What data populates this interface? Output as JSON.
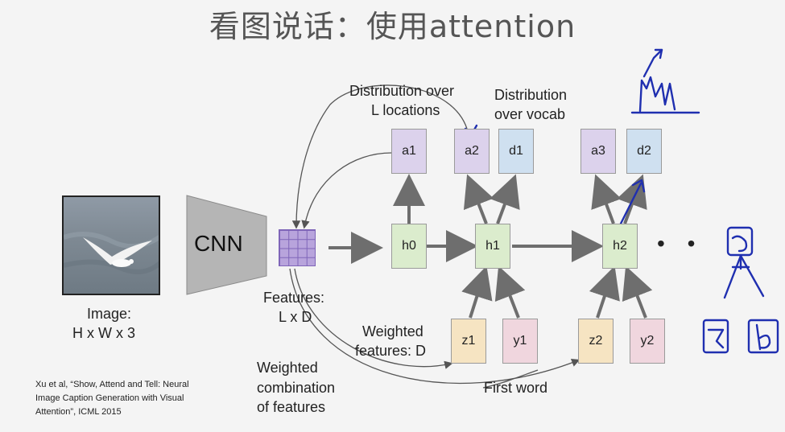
{
  "title": "看图说话：使用attention",
  "image_label": [
    "Image:",
    "H x W x 3"
  ],
  "cnn_label": "CNN",
  "features_label": [
    "Features:",
    "L x D"
  ],
  "distribution_locations": [
    "Distribution over",
    "L locations"
  ],
  "distribution_vocab": [
    "Distribution",
    "over vocab"
  ],
  "weighted_features": [
    "Weighted",
    "features: D"
  ],
  "weighted_combination": [
    "Weighted",
    "combination",
    "of features"
  ],
  "first_word": "First word",
  "ellipsis": "• •",
  "boxes": {
    "a1": "a1",
    "a2": "a2",
    "d1": "d1",
    "a3": "a3",
    "d2": "d2",
    "h0": "h0",
    "h1": "h1",
    "h2": "h2",
    "z1": "z1",
    "y1": "y1",
    "z2": "z2",
    "y2": "y2"
  },
  "citation": [
    "Xu et al, “Show, Attend and Tell: Neural",
    "Image Caption Generation with Visual",
    "Attention”, ICML 2015"
  ],
  "colors": {
    "attention": "#dcd2ec",
    "vocab": "#cfe0f0",
    "hidden": "#dbeccd",
    "weighted": "#f6e4c2",
    "word": "#f0d6de",
    "ink": "#1f2fb0",
    "arrow": "#6e6e6e"
  }
}
